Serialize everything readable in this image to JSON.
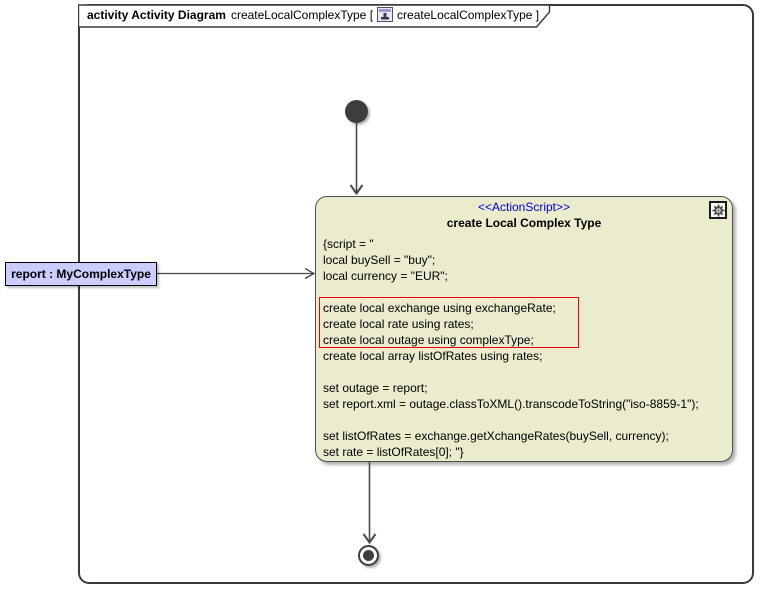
{
  "frame": {
    "keyword": "activity Activity Diagram",
    "diagram_name": "createLocalComplexType",
    "bracket_open": "[",
    "diagram_ref": "createLocalComplexType",
    "bracket_close": "]",
    "title_icon": "activity-diagram-icon"
  },
  "object_label": {
    "text": "report : MyComplexType"
  },
  "action": {
    "stereotype": "<<ActionScript>>",
    "name": "create Local Complex Type",
    "rake_icon": "gear-icon",
    "script_lines": [
      "{script = \"",
      "local buySell = \"buy\";",
      "local currency = \"EUR\";",
      "",
      "create local exchange using exchangeRate;",
      "create local rate using rates;",
      "create local outage using complexType;",
      "create local array listOfRates using rates;",
      "",
      "set outage = report;",
      "set report.xml = outage.classToXML().transcodeToString(\"iso-8859-1\");",
      "",
      "set listOfRates = exchange.getXchangeRates(buySell, currency);",
      "set rate = listOfRates[0]; \"}"
    ]
  },
  "nodes": {
    "initial": "initial-node",
    "final": "activity-final-node"
  },
  "colors": {
    "action_fill": "#ebebce",
    "stereotype_text": "#0000cc",
    "highlight_border": "#ee0000",
    "object_label_fill": "#ccccff",
    "frame_border": "#3a3a3a",
    "edge_line": "#4a4a4a"
  }
}
